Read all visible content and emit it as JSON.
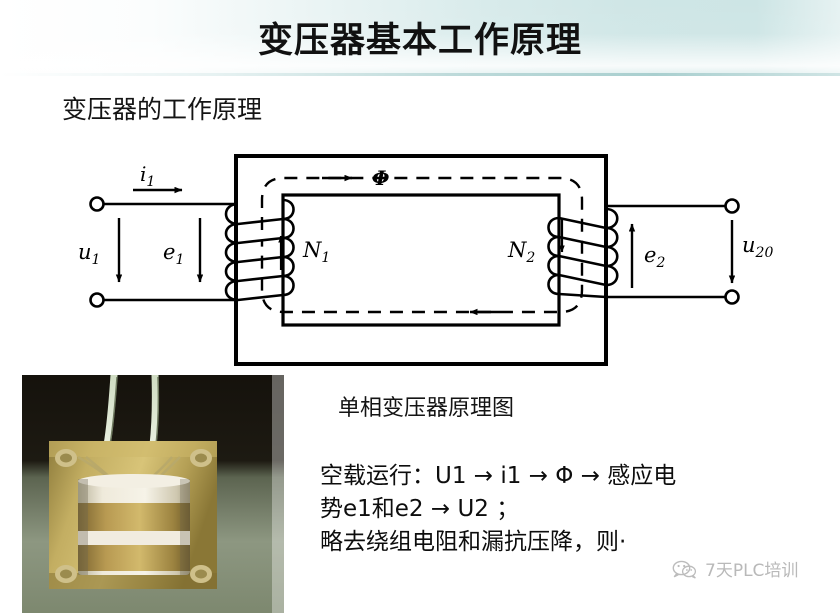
{
  "header": {
    "title": "变压器基本工作原理",
    "banner_gradient_from": "#ffffff",
    "banner_gradient_to": "#cde5e5"
  },
  "subtitle": "变压器的工作原理",
  "diagram": {
    "name": "single-phase-transformer-schematic",
    "labels": {
      "primary_voltage": "u",
      "primary_voltage_sub": "1",
      "primary_current": "i",
      "primary_current_sub": "1",
      "primary_emf": "e",
      "primary_emf_sub": "1",
      "primary_turns": "N",
      "primary_turns_sub": "1",
      "flux": "Φ",
      "secondary_turns": "N",
      "secondary_turns_sub": "2",
      "secondary_emf": "e",
      "secondary_emf_sub": "2",
      "secondary_voltage": "u",
      "secondary_voltage_sub": "20"
    },
    "stroke_color": "#000000"
  },
  "photo": {
    "alt": "单相变压器实物照片",
    "background_color": "#8a9480",
    "core_color": "#b5a05a",
    "coil_color": "#efeada",
    "top_color": "#1b1811"
  },
  "caption": "单相变压器原理图",
  "body": {
    "lines": [
      "空载运行：U1 → i1 → Φ → 感应电",
      "势e1和e2 → U2 ；",
      "略去绕组电阻和漏抗压降，则·"
    ]
  },
  "watermark": {
    "text": "7天PLC培训",
    "color": "#b9b9b9",
    "icon": "wechat-icon"
  }
}
